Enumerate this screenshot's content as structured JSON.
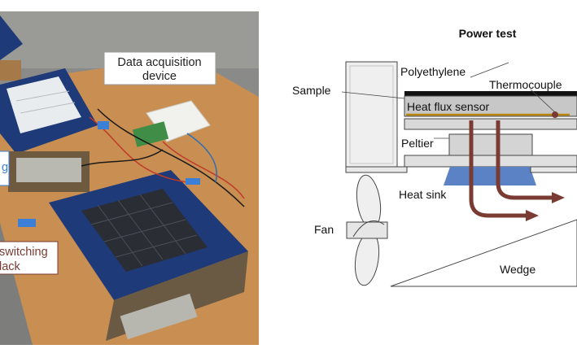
{
  "photo": {
    "labels": {
      "daq": [
        "Data acquisition",
        "device"
      ],
      "left_partial": "g",
      "switching": [
        "switching",
        "lack"
      ]
    }
  },
  "diagram": {
    "title": "Power test",
    "labels": {
      "polyethylene": "Polyethylene",
      "sample": "Sample",
      "thermocouple": "Thermocouple",
      "heat_flux": "Heat flux sensor",
      "peltier": "Peltier",
      "heat_sink": "Heat sink",
      "fan": "Fan",
      "wedge": "Wedge"
    }
  },
  "colors": {
    "arrow": "#7a3b33",
    "heat_sink": "#5a82c4",
    "peltier_gray": "#d4d4d4",
    "sensor_gray": "#c7c7c7",
    "frame_gray": "#efefef",
    "label_border_daq": "#999999",
    "label_border_switch": "#7a3b33",
    "board": "#c98f52",
    "tape_blue": "#1e3a78"
  }
}
